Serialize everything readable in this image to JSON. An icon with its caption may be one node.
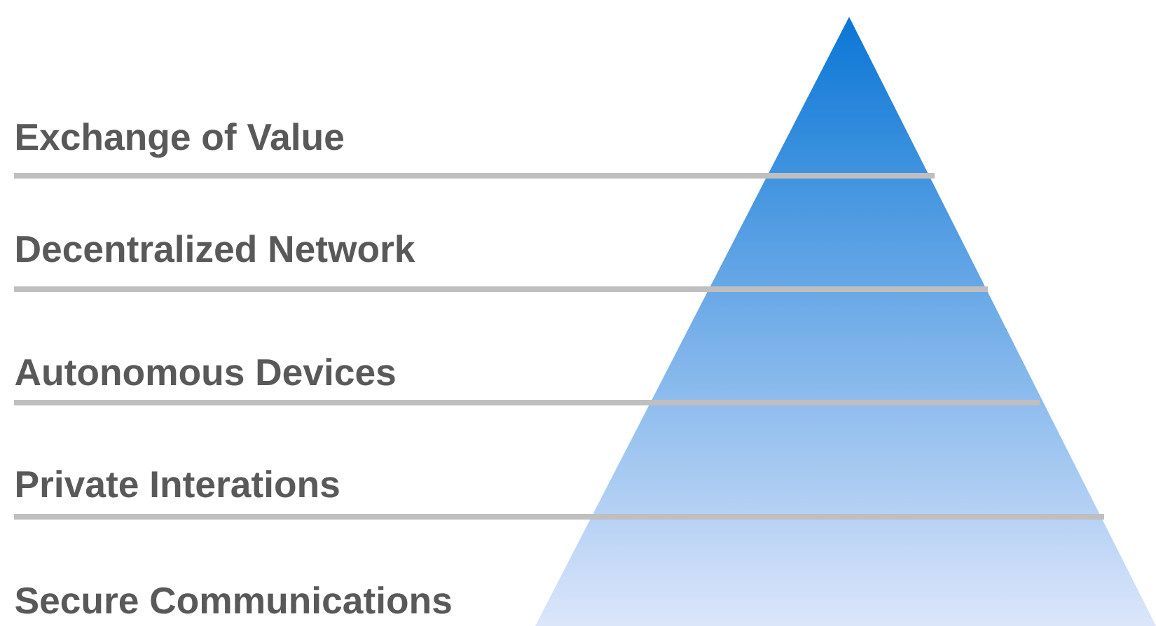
{
  "diagram": {
    "labels": [
      "Exchange of Value",
      "Decentralized Network",
      "Autonomous Devices",
      "Private Interations",
      "Secure Communications"
    ]
  }
}
